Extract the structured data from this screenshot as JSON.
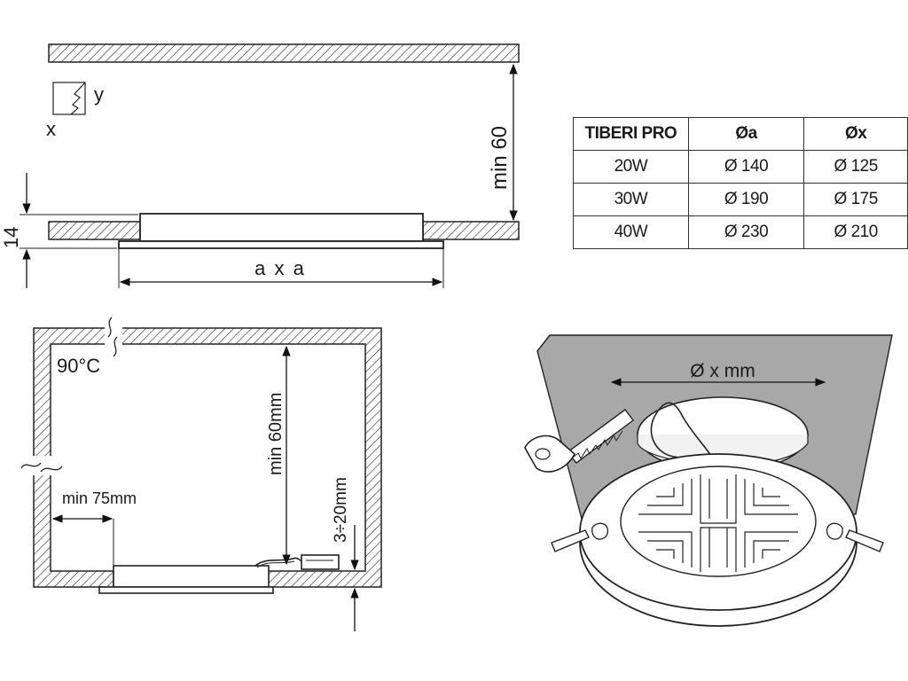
{
  "top_section": {
    "axis_y": "y",
    "axis_x": "x",
    "dim_height": "14",
    "dim_width": "a x a",
    "dim_clearance": "min 60"
  },
  "table": {
    "headers": [
      "TIBERI PRO",
      "Øa",
      "Øx"
    ],
    "rows": [
      [
        "20W",
        "Ø 140",
        "Ø 125"
      ],
      [
        "30W",
        "Ø 190",
        "Ø 175"
      ],
      [
        "40W",
        "Ø 230",
        "Ø 210"
      ]
    ]
  },
  "cavity_section": {
    "temperature": "90°C",
    "dim_clearance": "min 60mm",
    "dim_side": "min 75mm",
    "dim_thickness": "3÷20mm"
  },
  "install_view": {
    "dim_cutout": "Ø x mm"
  }
}
